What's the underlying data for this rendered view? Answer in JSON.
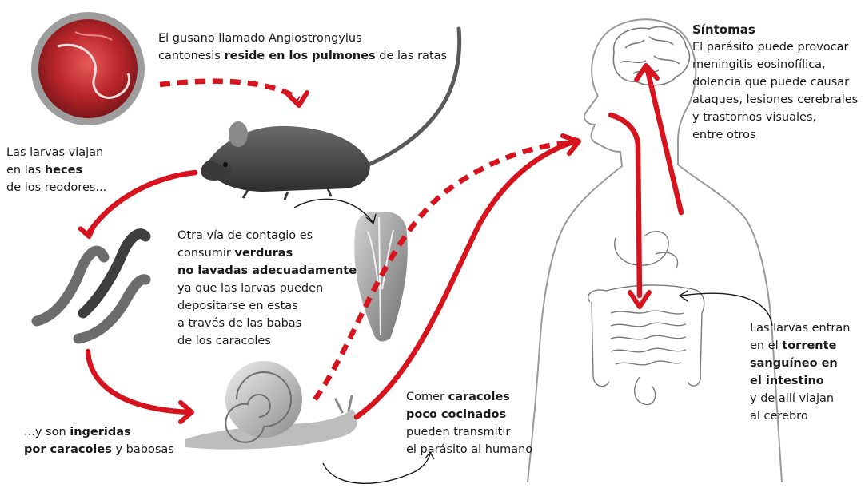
{
  "colors": {
    "accent": "#d7141e",
    "outline": "#9a9a9a",
    "organ": "#7a7a7a",
    "text": "#1a1a1a"
  },
  "captions": {
    "worm": {
      "line1": "El gusano llamado Angiostrongylus",
      "line2_a": "cantonesis ",
      "line2_b": "reside en los pulmones",
      "line2_c": " de las ratas"
    },
    "feces": {
      "line1": "Las larvas viajan",
      "line2_a": "en las ",
      "line2_b": "heces",
      "line3": "de los reodores..."
    },
    "snails_eat": {
      "line1_a": "...y son ",
      "line1_b": "ingeridas",
      "line2_a": "por caracoles",
      "line2_b": " y babosas"
    },
    "vegetables": {
      "line1": "Otra vía de contagio es",
      "line2_a": "consumir ",
      "line2_b": "verduras",
      "line3": "no lavadas adecuadamente",
      "line4": "ya que las larvas pueden",
      "line5": "depositarse en estas",
      "line6": "a través de las babas",
      "line7": "de los caracoles"
    },
    "eat_snails": {
      "line1_a": "Comer ",
      "line1_b": "caracoles",
      "line2": "poco cocinados",
      "line3": "pueden transmitir",
      "line4": "el parásito al humano"
    },
    "symptoms": {
      "title": "Síntomas",
      "line1": "El parásito puede provocar",
      "line2": "meningitis eosinofílica,",
      "line3": "dolencia que puede causar",
      "line4": "ataques, lesiones cerebrales",
      "line5": "y trastornos visuales,",
      "line6": "entre otros"
    },
    "bloodstream": {
      "line1": "Las larvas entran",
      "line2_a": "en el ",
      "line2_b": "torrente",
      "line3": "sanguíneo en",
      "line4": "el intestino",
      "line5": "y de allí viajan",
      "line6": "al cerebro"
    }
  },
  "icons": [
    "magnified-worm-icon",
    "rat-icon",
    "larvae-icon",
    "lettuce-icon",
    "snail-icon",
    "human-silhouette-icon",
    "brain-icon",
    "intestine-icon"
  ]
}
